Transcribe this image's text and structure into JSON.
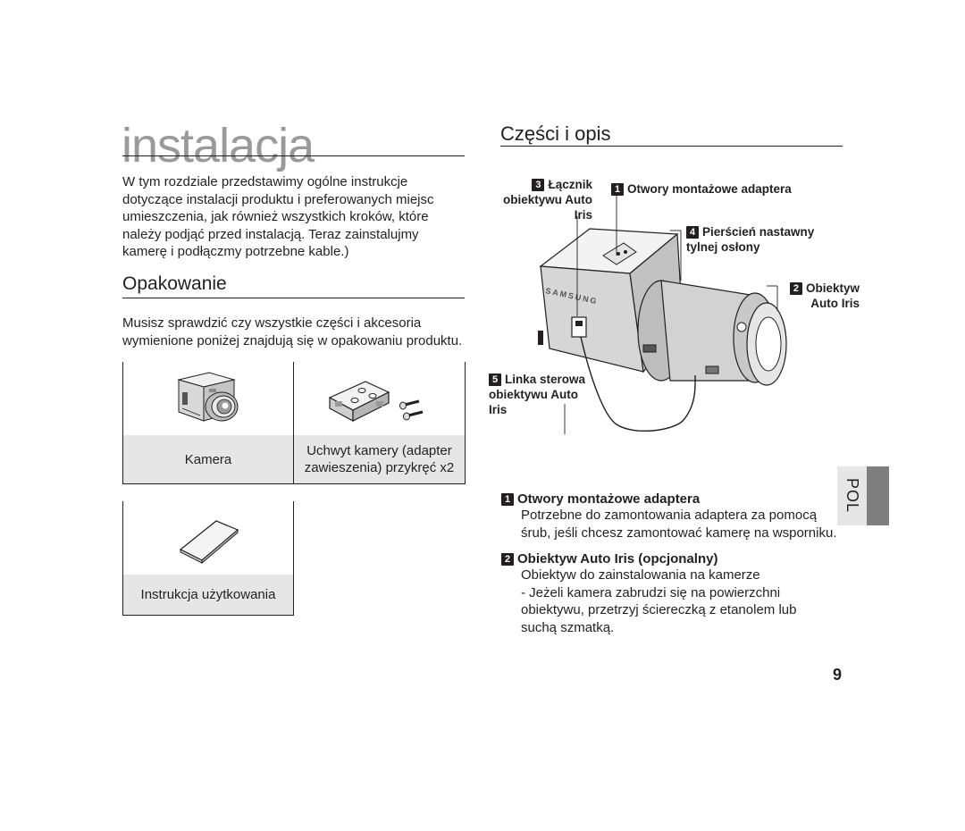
{
  "left": {
    "section_title": "instalacja",
    "intro": "W tym rozdziale przedstawimy ogólne instrukcje dotyczące instalacji produktu i preferowanych miejsc umieszczenia, jak również wszystkich kroków, które należy podjąć przed instalacją. Teraz zainstalujmy kamerę i podłączmy potrzebne kable.)",
    "packaging_heading": "Opakowanie",
    "packaging_text": "Musisz sprawdzić czy wszystkie części i akcesoria wymienione poniżej znajdują się w opakowaniu produktu.",
    "items": [
      {
        "label": "Kamera",
        "icon": "camera-icon"
      },
      {
        "label": "Uchwyt kamery (adapter zawieszenia) przykręć x2",
        "icon": "mount-adapter-icon"
      },
      {
        "label": "Instrukcja użytkowania",
        "icon": "manual-booklet-icon"
      }
    ]
  },
  "right": {
    "heading": "Części i opis",
    "callouts": [
      {
        "num": "3",
        "text": "Łącznik obiektywu Auto Iris"
      },
      {
        "num": "1",
        "text": "Otwory montażowe adaptera"
      },
      {
        "num": "4",
        "text": "Pierścień nastawny tylnej osłony"
      },
      {
        "num": "2",
        "text": "Obiektyw Auto Iris"
      },
      {
        "num": "5",
        "text": "Linka sterowa obiektywu Auto Iris"
      }
    ],
    "brand_on_camera": "SAMSUNG",
    "descriptions": [
      {
        "num": "1",
        "title": "Otwory montażowe adaptera",
        "body": "Potrzebne do zamontowania adaptera za pomocą śrub, jeśli chcesz zamontować kamerę na wsporniku."
      },
      {
        "num": "2",
        "title": "Obiektyw Auto Iris (opcjonalny)",
        "body": "Obiektyw do zainstalowania na kamerze",
        "bullet": "- Jeżeli kamera zabrudzi się na powierzchni obiektywu, przetrzyj ściereczką z etanolem lub suchą szmatką."
      }
    ]
  },
  "side_tab": "POL",
  "page_number": "9"
}
